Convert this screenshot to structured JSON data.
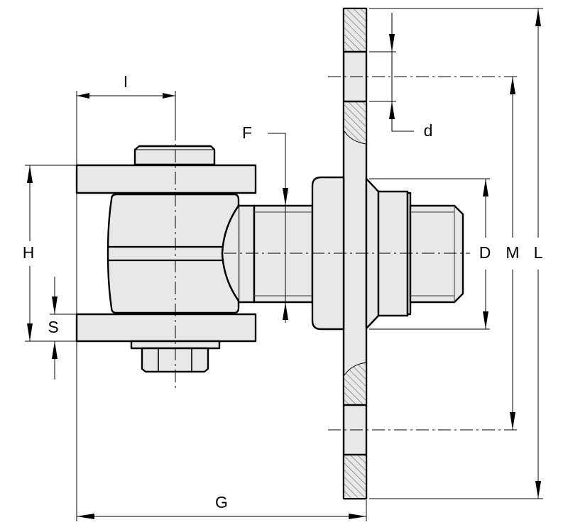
{
  "title": "Adjustable gate hinge with weld-on plate – dimension drawing",
  "colors": {
    "part_fill": "#e8e8e8",
    "line": "#000000"
  },
  "dimensions": {
    "I": "I",
    "F": "F",
    "H": "H",
    "S": "S",
    "G": "G",
    "d": "d",
    "D": "D",
    "M": "M",
    "L": "L"
  }
}
